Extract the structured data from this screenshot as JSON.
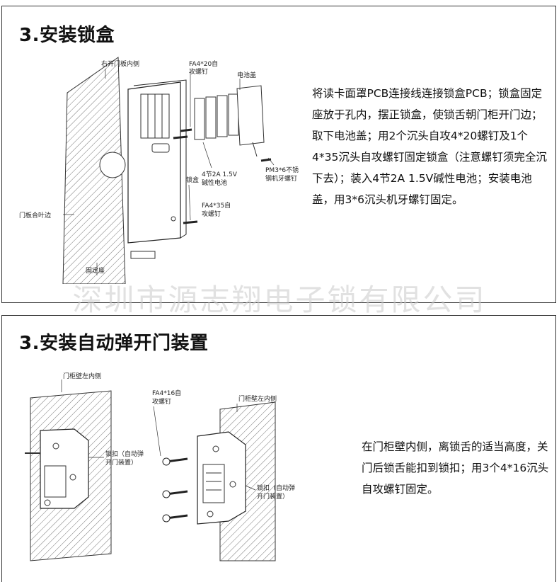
{
  "section1": {
    "heading": "3.安装锁盒",
    "description": "将读卡面罩PCB连接线连接锁盒PCB；锁盒固定座放于孔内，摆正锁盒，使锁舌朝门柜开门边；取下电池盖；用2个沉头自攻4*20螺钉及1个4*35沉头自攻螺钉固定锁盒（注意螺钉须完全沉下去）；装入4节2A 1.5V碱性电池；安装电池盖，用3*6沉头机牙螺钉固定。",
    "labels": {
      "door_side": "右开门板内侧",
      "screw_top_1": "FA4*20自",
      "screw_top_2": "攻螺钉",
      "battery_cover": "电池盖",
      "lock_box": "锁盒",
      "battery_1": "4节2A 1.5V",
      "battery_2": "碱性电池",
      "machine_screw_1": "PM3*6不锈",
      "machine_screw_2": "钢机牙螺钉",
      "screw_bottom_1": "FA4*35自",
      "screw_bottom_2": "攻螺钉",
      "door_edge": "门板合叶边",
      "base": "固定座"
    }
  },
  "watermark": "深圳市源志翔电子锁有限公司",
  "section2": {
    "heading": "3.安装自动弹开门装置",
    "description": "在门柜壁内侧，离锁舌的适当高度，关门后锁舌能扣到锁扣；用3个4*16沉头自攻螺钉固定。",
    "labels": {
      "wall_left": "门柜壁左内侧",
      "latch_1": "锁扣（自动弹",
      "latch_2": "开门装置）",
      "screw_1": "FA4*16自",
      "screw_2": "攻螺钉",
      "wall_right": "门柜壁左内侧",
      "latch_b_1": "锁扣（自动弹",
      "latch_b_2": "开门装置）"
    }
  }
}
